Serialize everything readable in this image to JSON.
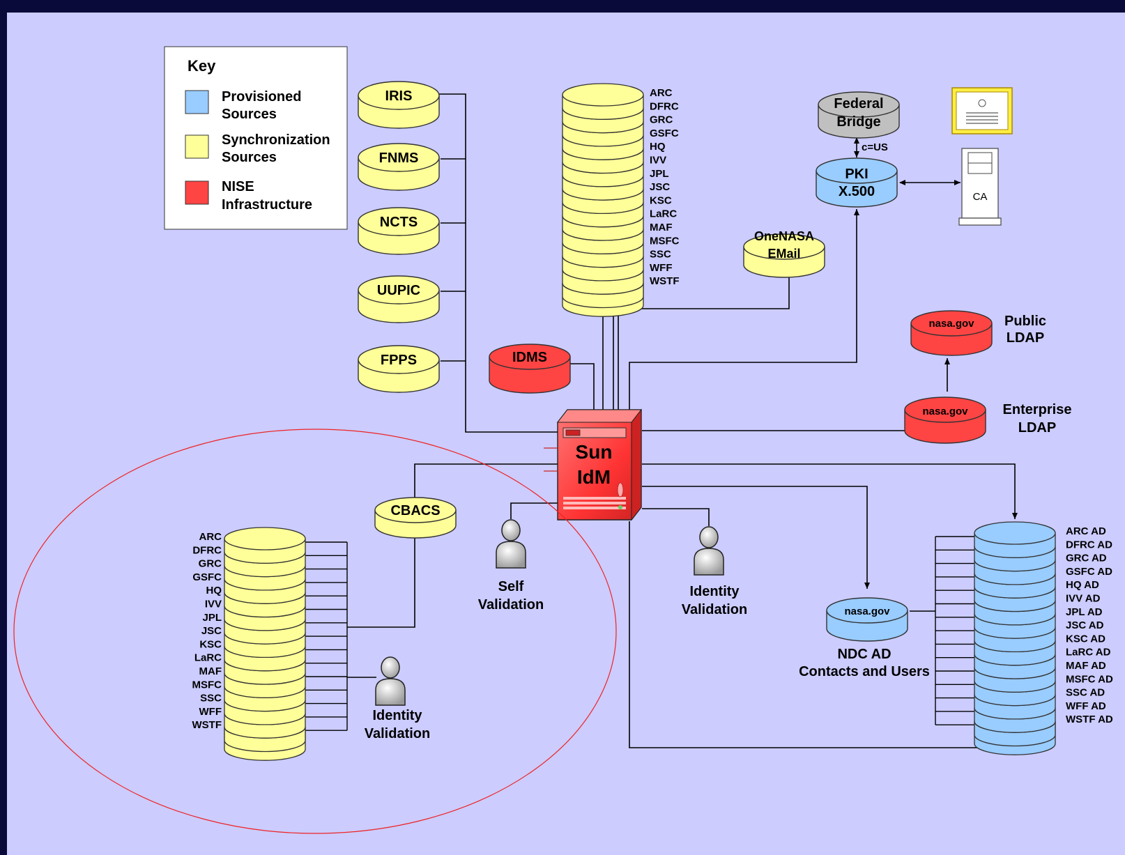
{
  "key": {
    "title": "Key",
    "items": [
      {
        "line1": "Provisioned",
        "line2": "Sources",
        "color": "#99ccff"
      },
      {
        "line1": "Synchronization",
        "line2": "Sources",
        "color": "#ffff99"
      },
      {
        "line1": "NISE",
        "line2": "Infrastructure",
        "color": "#ff4444"
      }
    ]
  },
  "colors": {
    "background": "#ccccff",
    "frame": "#0a0a3a",
    "provisioned": "#99ccff",
    "synchronization": "#ffff99",
    "infrastructure": "#ff4444",
    "gray_source": "#c0c0c0",
    "circle_outline": "#ee2222"
  },
  "sync_sources": [
    "IRIS",
    "FNMS",
    "NCTS",
    "UUPIC",
    "FPPS"
  ],
  "center_stack": [
    "ARC",
    "DFRC",
    "GRC",
    "GSFC",
    "HQ",
    "IVV",
    "JPL",
    "JSC",
    "KSC",
    "LaRC",
    "MAF",
    "MSFC",
    "SSC",
    "WFF",
    "WSTF"
  ],
  "left_stack": [
    "ARC",
    "DFRC",
    "GRC",
    "GSFC",
    "HQ",
    "IVV",
    "JPL",
    "JSC",
    "KSC",
    "LaRC",
    "MAF",
    "MSFC",
    "SSC",
    "WFF",
    "WSTF"
  ],
  "ad_stack": [
    "ARC AD",
    "DFRC AD",
    "GRC AD",
    "GSFC AD",
    "HQ AD",
    "IVV AD",
    "JPL AD",
    "JSC AD",
    "KSC AD",
    "LaRC AD",
    "MAF AD",
    "MSFC AD",
    "SSC AD",
    "WFF AD",
    "WSTF AD"
  ],
  "nodes": {
    "federal_bridge": {
      "line1": "Federal",
      "line2": "Bridge"
    },
    "cus": "c=US",
    "pki": {
      "line1": "PKI",
      "line2": "X.500"
    },
    "ca": "CA",
    "onenasa": {
      "line1": "OneNASA",
      "line2": "EMail"
    },
    "idms": "IDMS",
    "sun_idm": {
      "line1": "Sun",
      "line2": "IdM"
    },
    "cbacs": "CBACS",
    "public_ldap": {
      "db": "nasa.gov",
      "line1": "Public",
      "line2": "LDAP"
    },
    "enterprise_ldap": {
      "db": "nasa.gov",
      "line1": "Enterprise",
      "line2": "LDAP"
    },
    "ndc": {
      "db": "nasa.gov",
      "line1": "NDC AD",
      "line2": "Contacts and Users"
    },
    "self_validation": {
      "line1": "Self",
      "line2": "Validation"
    },
    "identity_validation_right": {
      "line1": "Identity",
      "line2": "Validation"
    },
    "identity_validation_left": {
      "line1": "Identity",
      "line2": "Validation"
    }
  }
}
